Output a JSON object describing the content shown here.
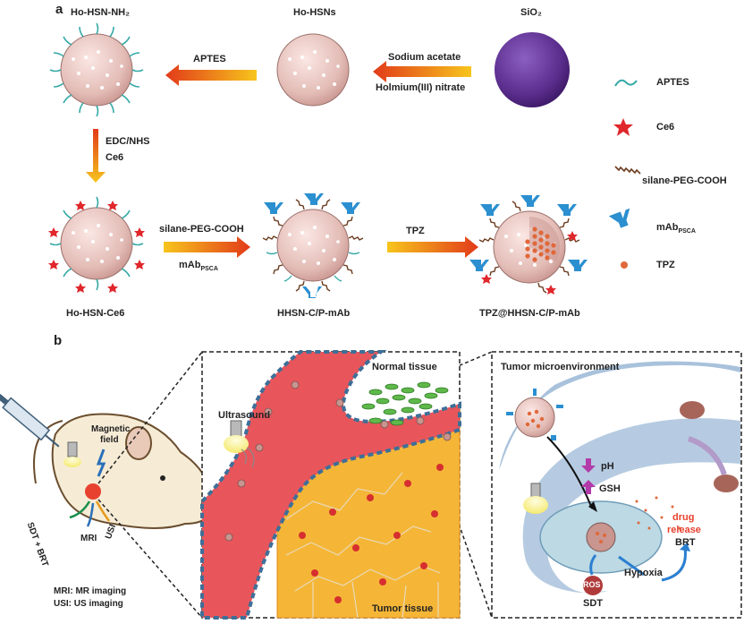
{
  "panel_a": {
    "label": "a",
    "particles": {
      "ho_hsn_nh2": "Ho-HSN-NH₂",
      "ho_hsns": "Ho-HSNs",
      "sio2": "SiO₂",
      "ho_hsn_ce6": "Ho-HSN-Ce6",
      "hhsn": "HHSN-C/P-mAb",
      "tpz_hhsn": "TPZ@HHSN-C/P-mAb"
    },
    "arrows": {
      "aptes": "APTES",
      "sodium_acetate": "Sodium acetate",
      "holmium_nitrate": "Holmium(III) nitrate",
      "edc_nhs": "EDC/NHS",
      "ce6": "Ce6",
      "silane_peg": "silane-PEG-COOH",
      "mab": "mAb",
      "mab_sub": "PSCA",
      "tpz": "TPZ"
    },
    "legend": {
      "aptes": "APTES",
      "ce6": "Ce6",
      "silane_peg": "silane-PEG-COOH",
      "mab": "mAb",
      "mab_sub": "PSCA",
      "tpz": "TPZ"
    }
  },
  "panel_b": {
    "label": "b",
    "mouse": {
      "magnetic_field": "Magnetic",
      "magnetic_field_2": "field",
      "sdt_brt": "SDT + BRT",
      "mri": "MRI",
      "usi": "USI"
    },
    "abbrev": {
      "mri": "MRI: MR imaging",
      "usi": "USI: US imaging"
    },
    "vessel": {
      "ultrasound": "Ultrasound",
      "normal_tissue": "Normal tissue",
      "tumor_tissue": "Tumor tissue"
    },
    "tme": {
      "title": "Tumor microenvironment",
      "ph": "pH",
      "gsh": "GSH",
      "drug": "drug",
      "release": "release",
      "brt": "BRT",
      "hypoxia": "Hypoxia",
      "ros": "ROS",
      "sdt": "SDT"
    }
  },
  "colors": {
    "arrow_start": "#f7c51c",
    "arrow_end": "#e23a1a",
    "particle": "#e7c6c1",
    "sio2": "#5a2d8c",
    "vessel": "#e8565c",
    "tumor_cell": "#f5b637",
    "membrane": "#a9c2dc",
    "aptes": "#35a9a6",
    "ce6": "#e0272c",
    "mab": "#2b8fd0",
    "tpz": "#e0683a"
  }
}
